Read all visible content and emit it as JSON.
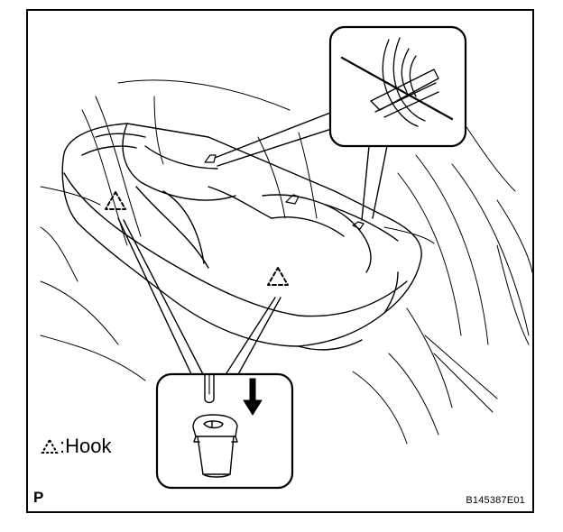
{
  "legend": {
    "separator": ":",
    "label": "Hook",
    "icon": "dashed-triangle-hook-icon"
  },
  "page_letter": "P",
  "reference_code": "B145387E01",
  "colors": {
    "line": "#000000",
    "background": "#ffffff"
  }
}
